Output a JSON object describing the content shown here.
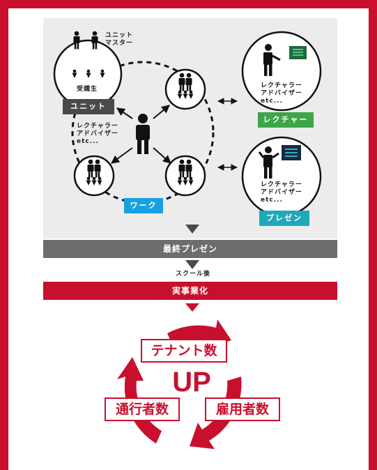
{
  "labels": {
    "unit_master": [
      "ユニット",
      "マスター"
    ],
    "students": "受講生",
    "unit_tag": "ユニット",
    "lecturer_left": [
      "レクチャラー",
      "アドバイザー",
      "etc..."
    ],
    "lecturer_top": [
      "レクチャラー",
      "アドバイザー",
      "etc..."
    ],
    "lecturer_bottom": [
      "レクチャラー",
      "アドバイザー",
      "etc..."
    ],
    "lecture_tag": "レクチャー",
    "present_tag": "プレゼン",
    "work_tag": "ワーク",
    "final_present": "最終プレゼン",
    "after_school": "スクール後",
    "commercialize": "実事業化",
    "tenant_count": "テナント数",
    "up": "UP",
    "employee_count": "雇用者数",
    "passerby_count": "通行者数"
  },
  "colors": {
    "frame_red": "#c8102e",
    "panel_gray": "#ececec",
    "dark_gray": "#4a4a4a",
    "lecture_green": "#3ea64a",
    "present_teal": "#20a8b8",
    "work_blue": "#19a0e0",
    "screen_green": "#1d6b3d",
    "screen_navy": "#1a2a44"
  },
  "icons": [
    "person-icon",
    "person-group-icon",
    "presenter-icon",
    "screen-icon",
    "double-arrow-icon",
    "down-triangle-icon",
    "cycle-arrow-icon"
  ]
}
